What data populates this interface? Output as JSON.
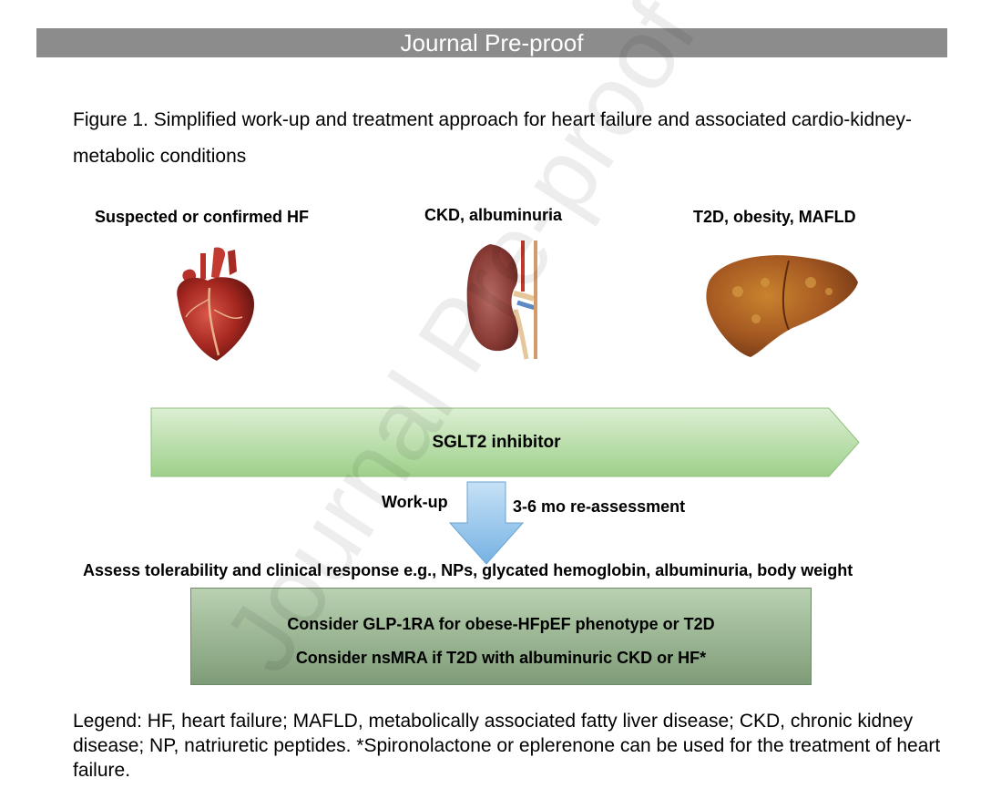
{
  "banner": {
    "text": "Journal Pre-proof"
  },
  "figure": {
    "caption": "Figure 1. Simplified work-up and treatment approach for heart failure and associated cardio-kidney-metabolic conditions"
  },
  "columns": [
    {
      "title": "Suspected or confirmed HF",
      "icon": "heart-icon"
    },
    {
      "title": "CKD, albuminuria",
      "icon": "kidney-icon"
    },
    {
      "title": "T2D, obesity, MAFLD",
      "icon": "liver-icon"
    }
  ],
  "flow": {
    "sglt2": "SGLT2 inhibitor",
    "workup": "Work-up",
    "reassess": "3-6 mo re-assessment",
    "assess": "Assess tolerability and clinical response e.g., NPs, glycated hemoglobin, albuminuria, body weight",
    "consider": [
      "Consider GLP-1RA for obese-HFpEF phenotype or T2D",
      "Consider nsMRA if T2D with albuminuric CKD or HF*"
    ]
  },
  "legend": "Legend: HF, heart failure; MAFLD, metabolically associated fatty liver disease; CKD, chronic kidney disease; NP, natriuretic peptides. *Spironolactone or eplerenone can be used for the treatment of heart failure.",
  "watermark": "Journal Pre-proof",
  "colors": {
    "banner": "#8c8c8c",
    "sglt2_fill_light": "#dcefd3",
    "sglt2_fill_dark": "#9ed08a",
    "arrow_blue": "#8fc3ea",
    "consider_box": "#8fab88"
  }
}
